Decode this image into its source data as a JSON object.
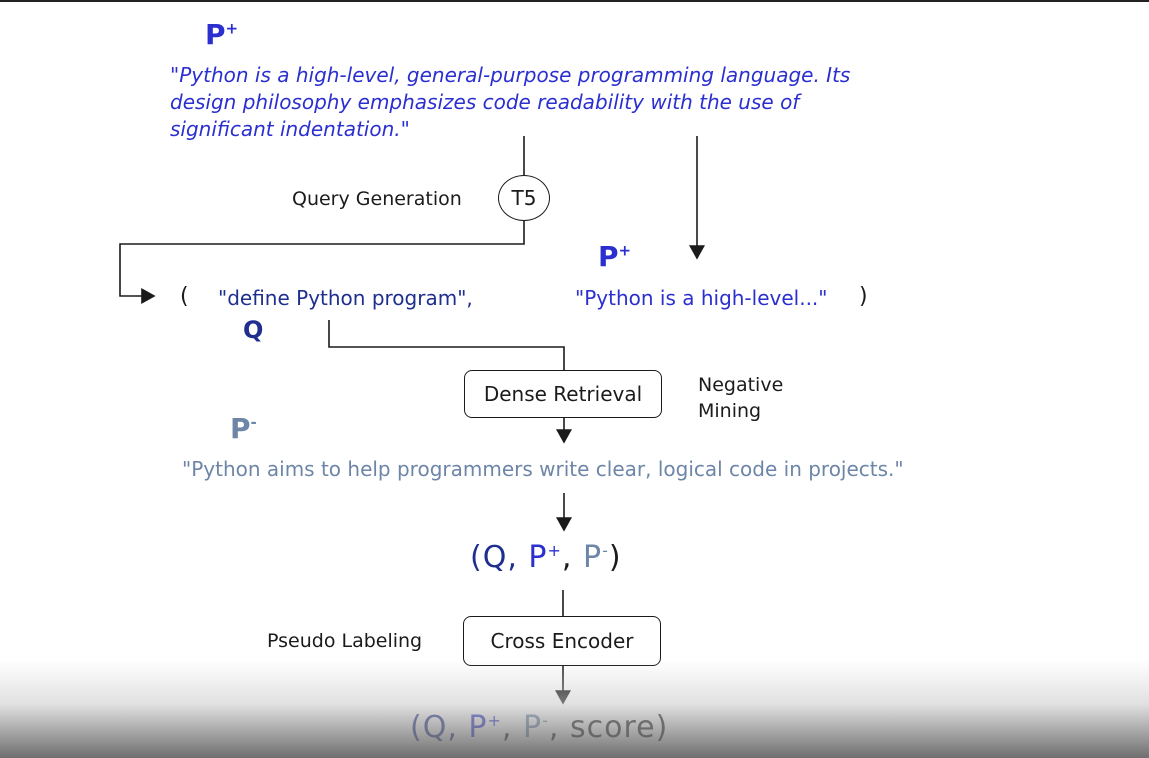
{
  "passage_positive": {
    "label": "P",
    "label_sup": "+",
    "text": "\"Python is a high-level, general-purpose programming language. Its design philosophy emphasizes code readability with the use of significant indentation.\""
  },
  "query_generation": {
    "label": "Query Generation",
    "model": "T5"
  },
  "pair": {
    "open_paren": "(",
    "query_text": "\"define Python program\",",
    "query_label": "Q",
    "positive_label": "P",
    "positive_sup": "+",
    "positive_text": "\"Python is a high-level...\"",
    "close_paren": ")"
  },
  "negative_mining": {
    "box_label": "Dense Retrieval",
    "side_label_line1": "Negative",
    "side_label_line2": "Mining"
  },
  "passage_negative": {
    "label": "P",
    "label_sup": "-",
    "text": "\"Python aims to help programmers write clear, logical code in projects.\""
  },
  "triplet": {
    "open": "(Q,",
    "p_pos": "P",
    "p_pos_sup": "+",
    "comma": ",",
    "p_neg": "P",
    "p_neg_sup": "-",
    "close": ")"
  },
  "pseudo_labeling": {
    "side_label": "Pseudo Labeling",
    "box_label": "Cross Encoder"
  },
  "scored": {
    "open": "(Q,",
    "p_pos": "P",
    "p_pos_sup": "+",
    "comma1": ",",
    "p_neg": "P",
    "p_neg_sup": "-",
    "comma2": ",",
    "score": "score)"
  },
  "colors": {
    "positive": "#2b2fd0",
    "query": "#1f2f8f",
    "negative": "#6d86a8",
    "ink": "#1b1b1b"
  }
}
